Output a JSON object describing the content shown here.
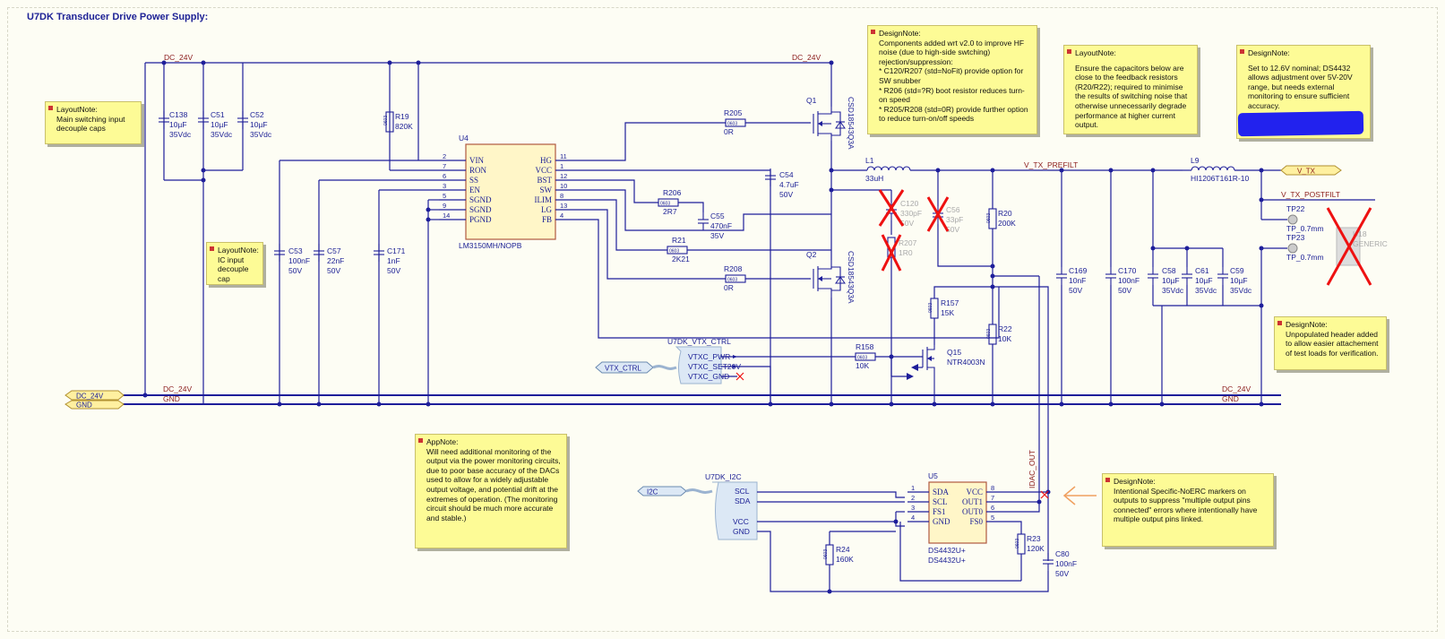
{
  "sheet": {
    "title": "U7DK Transducer Drive Power Supply:"
  },
  "notes": [
    {
      "id": "note-decouple",
      "heading": "LayoutNote:",
      "body": "Main switching input\ndecouple caps"
    },
    {
      "id": "note-ic-decouple",
      "heading": "LayoutNote:",
      "body": "IC input\ndecouple cap"
    },
    {
      "id": "note-hf-noise",
      "heading": "DesignNote:",
      "body": "Components added wrt v2.0 to improve HF noise (due to high-side swtching) rejection/suppression:\n* C120/R207 (std=NoFit) provide option for SW snubber\n* R206 (std=?R) boot resistor reduces turn-on speed\n* R205/R208 (std=0R) provide further option to reduce turn-on/off speeds"
    },
    {
      "id": "note-feedback",
      "heading": "LayoutNote:",
      "body": "Ensure the capacitors below are close to the feedback resistors (R20/R22); required to minimise the results of switching noise that otherwise unnecessarily degrade performance at higher current output."
    },
    {
      "id": "note-nominal",
      "heading": "DesignNote:",
      "body": "Set to 12.6V nominal; DS4432 allows adjustment over 5V-20V range, but needs external monitoring to ensure sufficient accuracy."
    },
    {
      "id": "note-header",
      "heading": "DesignNote:",
      "body": "Unpopulated header added to allow easier attachement of test loads for verification."
    },
    {
      "id": "note-app",
      "heading": "AppNote:",
      "body": "Will need additional monitoring of the output via the power monitoring circuits, due to poor base accuracy of the DACs used to allow for a widely adjustable output voltage, and potential drift at the extremes of operation. (The monitoring circuit should be much more accurate and stable.)"
    },
    {
      "id": "note-noerc",
      "heading": "DesignNote:",
      "body": "Intentional Specific-NoERC markers on outputs to suppress \"multiple output pins connected\" errors where intentionally have multiple output pins linked."
    }
  ],
  "nets": {
    "dc24_top_left": "DC_24V",
    "dc24_top_right": "DC_24V",
    "dc24_bus_left": "DC_24V",
    "gnd_bus_left": "GND",
    "dc24_bus_right": "DC_24V",
    "gnd_bus_right": "GND",
    "v_tx_prefilt": "V_TX_PREFILT",
    "v_tx_postfilt": "V_TX_POSTFILT",
    "idac_out": "IDAC_OUT"
  },
  "ports": {
    "dc24": "DC_24V",
    "gnd": "GND",
    "v_tx": "V_TX",
    "vtx_ctrl": "VTX_CTRL",
    "i2c": "I2C"
  },
  "harness": {
    "vtx_ctrl": {
      "name": "U7DK_VTX_CTRL",
      "pins": [
        "VTXC_PWR",
        "VTXC_SET20V",
        "VTXC_GND"
      ]
    },
    "i2c": {
      "name": "U7DK_I2C",
      "pins": [
        "SCL",
        "SDA",
        "VCC",
        "GND"
      ]
    }
  },
  "u4": {
    "ref": "U4",
    "part": "LM3150MH/NOPB",
    "left_pins": [
      [
        "2",
        "VIN"
      ],
      [
        "7",
        "RON"
      ],
      [
        "6",
        "SS"
      ],
      [
        "3",
        "EN"
      ],
      [
        "5",
        "SGND"
      ],
      [
        "9",
        "SGND"
      ],
      [
        "14",
        "PGND"
      ]
    ],
    "right_pins": [
      [
        "11",
        "HG"
      ],
      [
        "1",
        "VCC"
      ],
      [
        "12",
        "BST"
      ],
      [
        "10",
        "SW"
      ],
      [
        "8",
        "ILIM"
      ],
      [
        "13",
        "LG"
      ],
      [
        "4",
        "FB"
      ]
    ]
  },
  "u5": {
    "ref": "U5",
    "part1": "DS4432U+",
    "part2": "DS4432U+",
    "left_pins": [
      [
        "1",
        "SDA"
      ],
      [
        "2",
        "SCL"
      ],
      [
        "3",
        "FS1"
      ],
      [
        "4",
        "GND"
      ]
    ],
    "right_pins": [
      [
        "8",
        "VCC"
      ],
      [
        "7",
        "OUT1"
      ],
      [
        "6",
        "OUT0"
      ],
      [
        "5",
        "FS0"
      ]
    ]
  },
  "caps": [
    {
      "ref": "C138",
      "v1": "10µF",
      "v2": "35Vdc"
    },
    {
      "ref": "C51",
      "v1": "10µF",
      "v2": "35Vdc"
    },
    {
      "ref": "C52",
      "v1": "10µF",
      "v2": "35Vdc"
    },
    {
      "ref": "C53",
      "v1": "100nF",
      "v2": "50V"
    },
    {
      "ref": "C57",
      "v1": "22nF",
      "v2": "50V"
    },
    {
      "ref": "C171",
      "v1": "1nF",
      "v2": "50V"
    },
    {
      "ref": "C54",
      "v1": "4.7uF",
      "v2": "50V"
    },
    {
      "ref": "C55",
      "v1": "470nF",
      "v2": "35V"
    },
    {
      "ref": "C169",
      "v1": "10nF",
      "v2": "50V"
    },
    {
      "ref": "C170",
      "v1": "100nF",
      "v2": "50V"
    },
    {
      "ref": "C58",
      "v1": "10µF",
      "v2": "35Vdc"
    },
    {
      "ref": "C61",
      "v1": "10µF",
      "v2": "35Vdc"
    },
    {
      "ref": "C59",
      "v1": "10µF",
      "v2": "35Vdc"
    },
    {
      "ref": "C80",
      "v1": "100nF",
      "v2": "50V"
    }
  ],
  "caps_dnp": [
    {
      "ref": "C120",
      "v1": "330pF",
      "v2": "50V"
    },
    {
      "ref": "C56",
      "v1": "33pF",
      "v2": "50V"
    }
  ],
  "resistors": [
    {
      "ref": "R19",
      "value": "820K",
      "pkg": "0603"
    },
    {
      "ref": "R205",
      "value": "0R",
      "pkg": "0603"
    },
    {
      "ref": "R206",
      "value": "2R7",
      "pkg": "0603"
    },
    {
      "ref": "R21",
      "value": "2K21",
      "pkg": "0603"
    },
    {
      "ref": "R208",
      "value": "0R",
      "pkg": "0603"
    },
    {
      "ref": "R20",
      "value": "200K",
      "pkg": "0603"
    },
    {
      "ref": "R157",
      "value": "15K",
      "pkg": "0603"
    },
    {
      "ref": "R22",
      "value": "10K",
      "pkg": "0603"
    },
    {
      "ref": "R158",
      "value": "10K",
      "pkg": "0603"
    },
    {
      "ref": "R24",
      "value": "160K",
      "pkg": "0603"
    },
    {
      "ref": "R23",
      "value": "120K",
      "pkg": "0603"
    }
  ],
  "resistors_dnp": [
    {
      "ref": "R207",
      "value": "1R0"
    }
  ],
  "fets": [
    {
      "ref": "Q1",
      "part": "CSD18543Q3A"
    },
    {
      "ref": "Q2",
      "part": "CSD18543Q3A"
    },
    {
      "ref": "Q15",
      "part": "NTR4003N"
    }
  ],
  "inductors": [
    {
      "ref": "L1",
      "value": "33uH"
    },
    {
      "ref": "L9",
      "value": "HI1206T161R-10"
    }
  ],
  "test_points": [
    {
      "ref": "TP22",
      "value": "TP_0.7mm"
    },
    {
      "ref": "TP23",
      "value": "TP_0.7mm"
    }
  ],
  "header_dnp": {
    "ref": "U18",
    "value": "GENERIC"
  },
  "colors": {
    "wire": "#1e1e9a",
    "net_label": "#8b1c1c",
    "note_bg": "#fdfb96",
    "dnp_cross": "#ee1111",
    "port_fill": "#fff0a0",
    "harness_fill": "#dce8f5"
  }
}
